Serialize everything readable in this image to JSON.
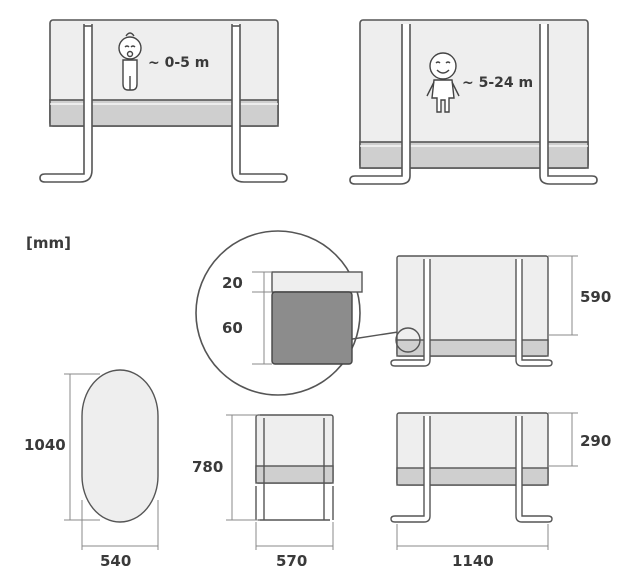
{
  "units": "[mm]",
  "age_small": "~ 0-5 m",
  "age_large": "~ 5-24 m",
  "detail": {
    "top_layer": "20",
    "mattress": "60"
  },
  "dimensions": {
    "height_high": "590",
    "height_low": "290",
    "length_top_view": "1040",
    "width_top_view": "540",
    "total_height_side": "780",
    "width_side": "570",
    "total_length_front": "1140"
  },
  "colors": {
    "outline": "#555555",
    "mesh": "#ededed",
    "mattress": "#cfcfcf",
    "detail_mattress": "#8c8c8c",
    "dim_line": "#888888",
    "text": "#3a3a3a"
  }
}
